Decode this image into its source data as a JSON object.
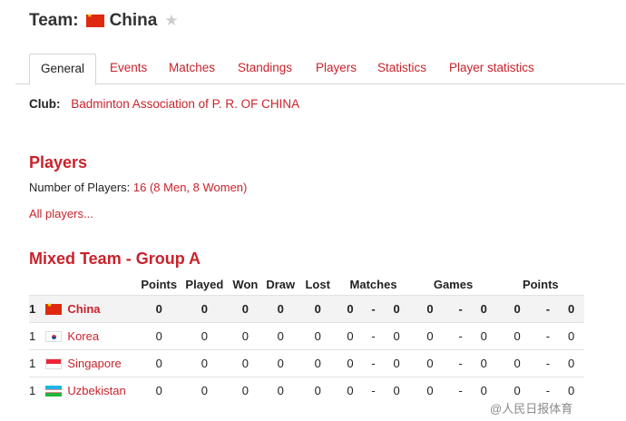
{
  "header": {
    "label": "Team:",
    "name": "China"
  },
  "tabs": [
    {
      "label": "General"
    },
    {
      "label": "Events"
    },
    {
      "label": "Matches"
    },
    {
      "label": "Standings"
    },
    {
      "label": "Players"
    },
    {
      "label": "Statistics"
    },
    {
      "label": "Player statistics"
    }
  ],
  "club": {
    "label": "Club:",
    "value": "Badminton Association of P. R. OF CHINA"
  },
  "players": {
    "title": "Players",
    "count_label": "Number of Players:",
    "count_value": "16 (8 Men, 8 Women)",
    "all_link": "All players..."
  },
  "group": {
    "title": "Mixed Team - Group A",
    "columns": [
      "Points",
      "Played",
      "Won",
      "Draw",
      "Lost",
      "Matches",
      "Games",
      "Points"
    ],
    "rows": [
      {
        "rank": "1",
        "team": "China",
        "flag": "cn",
        "points": "0",
        "played": "0",
        "won": "0",
        "draw": "0",
        "lost": "0",
        "m_for": "0",
        "m_against": "0",
        "g_for": "0",
        "g_against": "0",
        "p_for": "0",
        "p_against": "0"
      },
      {
        "rank": "1",
        "team": "Korea",
        "flag": "kr",
        "points": "0",
        "played": "0",
        "won": "0",
        "draw": "0",
        "lost": "0",
        "m_for": "0",
        "m_against": "0",
        "g_for": "0",
        "g_against": "0",
        "p_for": "0",
        "p_against": "0"
      },
      {
        "rank": "1",
        "team": "Singapore",
        "flag": "sg",
        "points": "0",
        "played": "0",
        "won": "0",
        "draw": "0",
        "lost": "0",
        "m_for": "0",
        "m_against": "0",
        "g_for": "0",
        "g_against": "0",
        "p_for": "0",
        "p_against": "0"
      },
      {
        "rank": "1",
        "team": "Uzbekistan",
        "flag": "uz",
        "points": "0",
        "played": "0",
        "won": "0",
        "draw": "0",
        "lost": "0",
        "m_for": "0",
        "m_against": "0",
        "g_for": "0",
        "g_against": "0",
        "p_for": "0",
        "p_against": "0"
      }
    ],
    "separator": "-"
  },
  "watermark": "@人民日报体育",
  "icons": {
    "favorite": "star-icon"
  },
  "colors": {
    "accent": "#c8232c"
  }
}
